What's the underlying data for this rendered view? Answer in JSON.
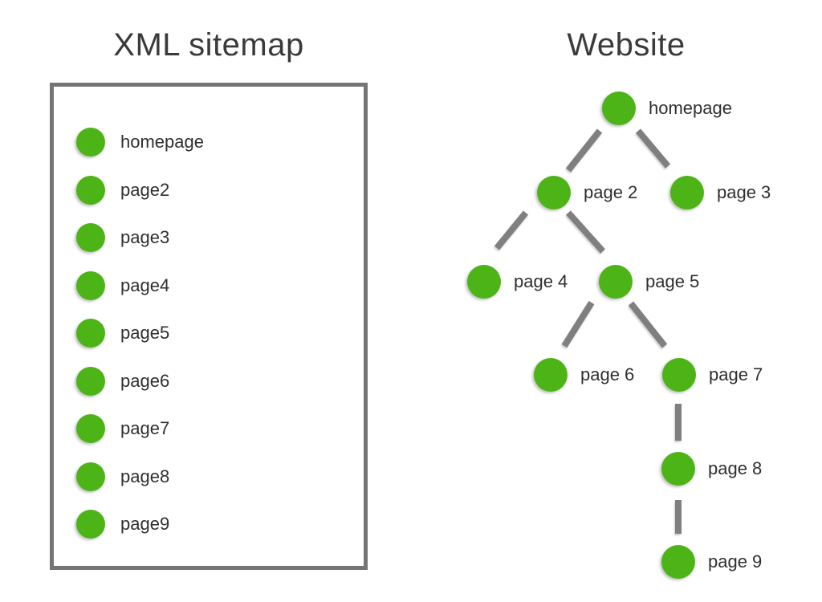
{
  "left_panel": {
    "title": "XML sitemap",
    "items": [
      "homepage",
      "page2",
      "page3",
      "page4",
      "page5",
      "page6",
      "page7",
      "page8",
      "page9"
    ]
  },
  "right_panel": {
    "title": "Website",
    "nodes": [
      {
        "id": "homepage",
        "label": "homepage"
      },
      {
        "id": "page-2",
        "label": "page 2"
      },
      {
        "id": "page-3",
        "label": "page 3"
      },
      {
        "id": "page-4",
        "label": "page 4"
      },
      {
        "id": "page-5",
        "label": "page 5"
      },
      {
        "id": "page-6",
        "label": "page 6"
      },
      {
        "id": "page-7",
        "label": "page 7"
      },
      {
        "id": "page-8",
        "label": "page 8"
      },
      {
        "id": "page-9",
        "label": "page 9"
      }
    ],
    "edges": [
      {
        "from": "homepage",
        "to": "page 2"
      },
      {
        "from": "homepage",
        "to": "page 3"
      },
      {
        "from": "page 2",
        "to": "page 4"
      },
      {
        "from": "page 2",
        "to": "page 5"
      },
      {
        "from": "page 5",
        "to": "page 6"
      },
      {
        "from": "page 5",
        "to": "page 7"
      },
      {
        "from": "page 7",
        "to": "page 8"
      },
      {
        "from": "page 8",
        "to": "page 9"
      }
    ]
  },
  "colors": {
    "node_green": "#4db417",
    "connector_gray": "#7f7f7f",
    "box_border_gray": "#757575",
    "text_dark": "#3a3a3a"
  }
}
